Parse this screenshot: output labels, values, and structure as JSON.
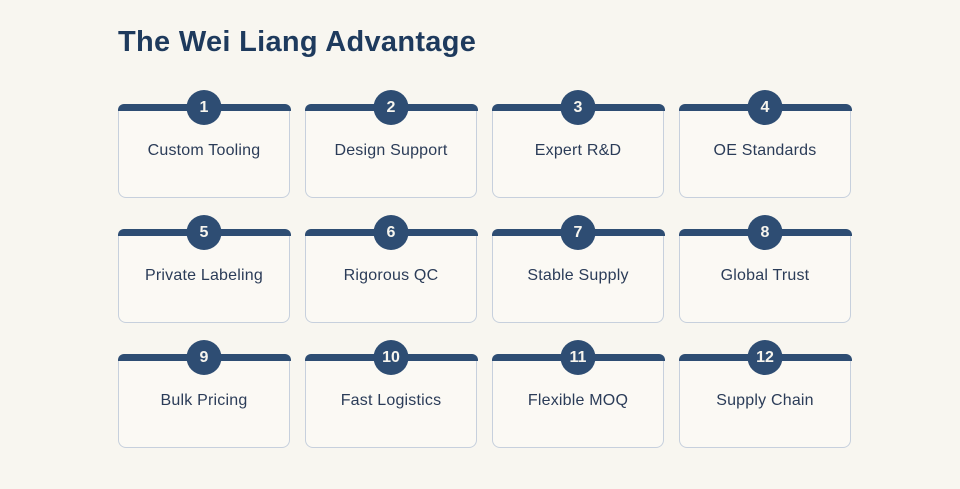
{
  "title": "The Wei Liang Advantage",
  "colors": {
    "page_bg": "#f8f6f0",
    "card_bg": "#fbf9f4",
    "card_border": "#c7d0dd",
    "accent_navy": "#2e4d73",
    "title_text": "#1e3a5d",
    "label_text": "#2b3c58",
    "badge_text": "#f7f5ee"
  },
  "advantages": [
    {
      "number": "1",
      "label": "Custom Tooling"
    },
    {
      "number": "2",
      "label": "Design Support"
    },
    {
      "number": "3",
      "label": "Expert R&D"
    },
    {
      "number": "4",
      "label": "OE Standards"
    },
    {
      "number": "5",
      "label": "Private Labeling"
    },
    {
      "number": "6",
      "label": "Rigorous QC"
    },
    {
      "number": "7",
      "label": "Stable Supply"
    },
    {
      "number": "8",
      "label": "Global Trust"
    },
    {
      "number": "9",
      "label": "Bulk Pricing"
    },
    {
      "number": "10",
      "label": "Fast Logistics"
    },
    {
      "number": "11",
      "label": "Flexible MOQ"
    },
    {
      "number": "12",
      "label": "Supply Chain"
    }
  ]
}
